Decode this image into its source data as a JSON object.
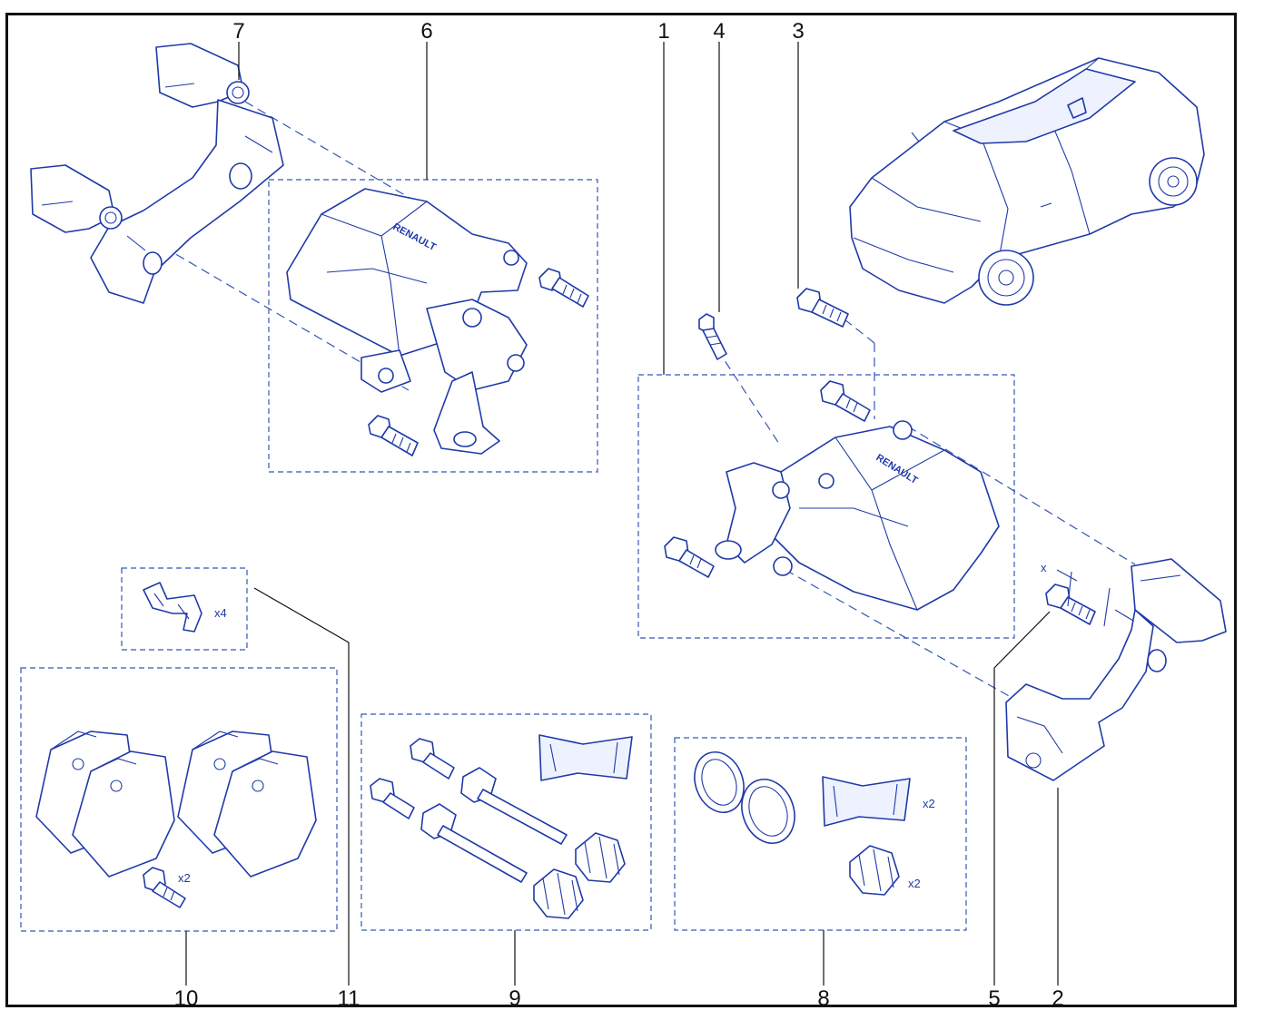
{
  "callouts": {
    "n1": "1",
    "n2": "2",
    "n3": "3",
    "n4": "4",
    "n5": "5",
    "n6": "6",
    "n7": "7",
    "n8": "8",
    "n9": "9",
    "n10": "10",
    "n11": "11"
  },
  "quantities": {
    "clips": "x4",
    "pad_bolts": "x2",
    "seal_grease": "x2",
    "seal_boots": "x2"
  },
  "dimension_mark": "x",
  "caliper_logos": {
    "left": "RENAULT",
    "right": "RENAULT"
  },
  "colors": {
    "line_art": "#1f3aa8",
    "dashed_box": "#3557b8",
    "callout_text": "#111111",
    "frame": "#111111"
  }
}
